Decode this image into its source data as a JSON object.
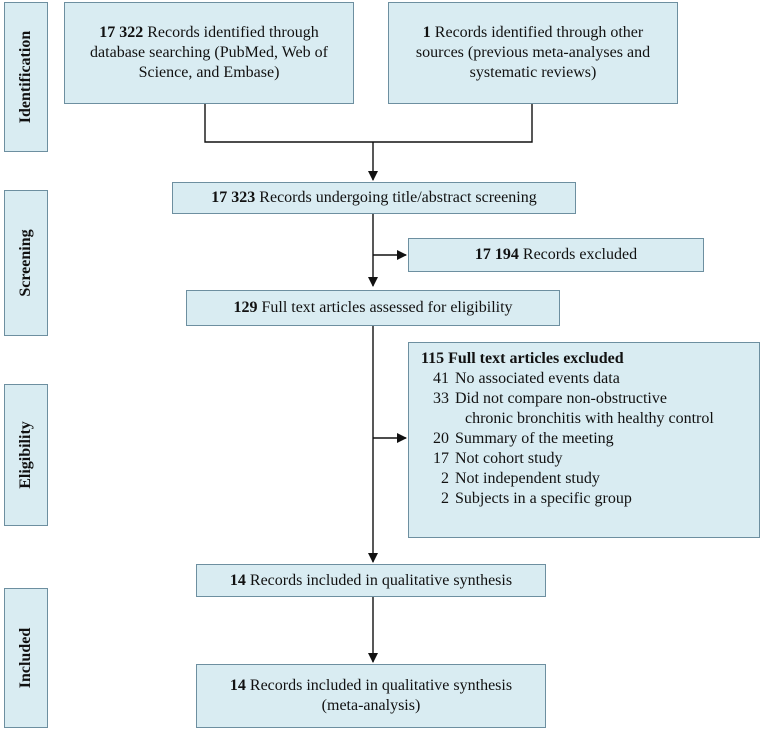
{
  "stages": {
    "identification": "Identification",
    "screening": "Screening",
    "eligibility": "Eligibility",
    "included": "Included"
  },
  "boxes": {
    "db_search": {
      "count": "17 322",
      "text_line1": " Records identified through",
      "text_line2": "database searching (PubMed, Web of",
      "text_line3": "Science, and Embase)"
    },
    "other_sources": {
      "count": "1",
      "text_line1": " Records identified through other",
      "text_line2": "sources (previous meta-analyses and",
      "text_line3": "systematic reviews)"
    },
    "screening": {
      "count": "17 323",
      "text": " Records undergoing title/abstract screening"
    },
    "excluded_screening": {
      "count": "17 194",
      "text": " Records excluded"
    },
    "full_text": {
      "count": "129",
      "text": " Full text articles assessed for eligibility"
    },
    "excluded_full_text": {
      "header": "115 Full text articles excluded",
      "reasons": [
        {
          "n": "41",
          "line1": "No associated events data",
          "line2": ""
        },
        {
          "n": "33",
          "line1": "Did not compare non-obstructive",
          "line2": "chronic bronchitis with healthy control"
        },
        {
          "n": "20",
          "line1": "Summary of the meeting",
          "line2": ""
        },
        {
          "n": "17",
          "line1": "Not cohort study",
          "line2": ""
        },
        {
          "n": "2",
          "line1": "Not independent study",
          "line2": ""
        },
        {
          "n": "2",
          "line1": "Subjects in a specific group",
          "line2": ""
        }
      ]
    },
    "qualitative": {
      "count": "14",
      "text": " Records included in qualitative synthesis"
    },
    "meta_analysis": {
      "count": "14",
      "text_line1": " Records included in qualitative synthesis",
      "text_line2": "(meta-analysis)"
    }
  },
  "colors": {
    "box_fill": "#d9ecf2",
    "box_border": "#6d8fa0",
    "line": "#111111"
  }
}
